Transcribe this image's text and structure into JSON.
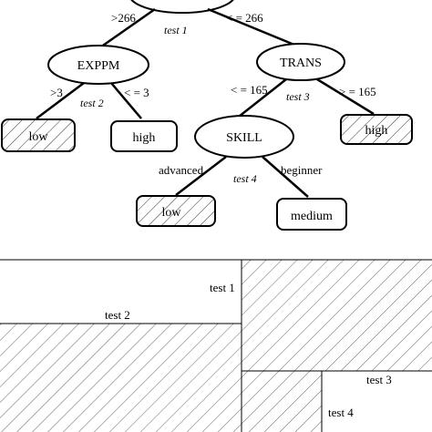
{
  "tree": {
    "root_edges": {
      "left": ">266",
      "right": "< = 266",
      "test": "test 1"
    },
    "exppm": {
      "label": "EXPPM",
      "edges": {
        "left": ">3",
        "right": "< = 3",
        "test": "test 2"
      },
      "leaf_left": "low",
      "leaf_right": "high"
    },
    "trans": {
      "label": "TRANS",
      "edges": {
        "left": "< = 165",
        "right": "> = 165",
        "test": "test 3"
      },
      "leaf_right": "high"
    },
    "skill": {
      "label": "SKILL",
      "edges": {
        "left": "advanced",
        "right": "beginner",
        "test": "test 4"
      },
      "leaf_left": "low",
      "leaf_right": "medium"
    }
  },
  "partition": {
    "test1": "test 1",
    "test2": "test 2",
    "test3": "test 3",
    "test4": "test 4"
  }
}
